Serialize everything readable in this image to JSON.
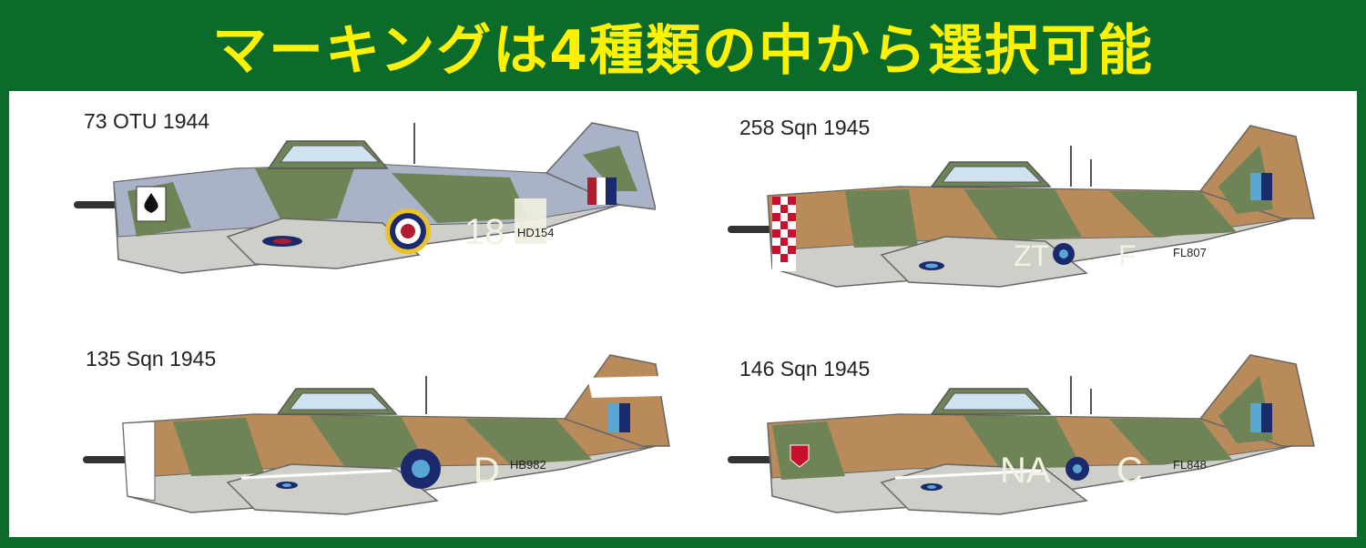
{
  "header": {
    "title": "マーキングは4種類の中から選択可能"
  },
  "markings": [
    {
      "label": "73 OTU 1944",
      "code": "18",
      "serial": "HD154",
      "scheme": "grey-green"
    },
    {
      "label": "258 Sqn 1945",
      "code_left": "ZT",
      "code_right": "F",
      "serial": "FL807",
      "scheme": "green-brown",
      "nose": "red-white-checker"
    },
    {
      "label": "135 Sqn 1945",
      "code": "D",
      "serial": "HB982",
      "scheme": "green-brown"
    },
    {
      "label": "146 Sqn 1945",
      "code_left": "NA",
      "code_right": "C",
      "serial": "FL848",
      "scheme": "green-brown"
    }
  ],
  "colors": {
    "frame_green": "#0a6b2a",
    "title_yellow": "#fff200",
    "ocean_grey": "#a9b2c6",
    "dark_green": "#6f8456",
    "dark_earth": "#b98a5a",
    "medium_sea_grey": "#cfcfc9",
    "roundel_blue": "#1a2a6c",
    "roundel_red": "#b01c2e"
  }
}
